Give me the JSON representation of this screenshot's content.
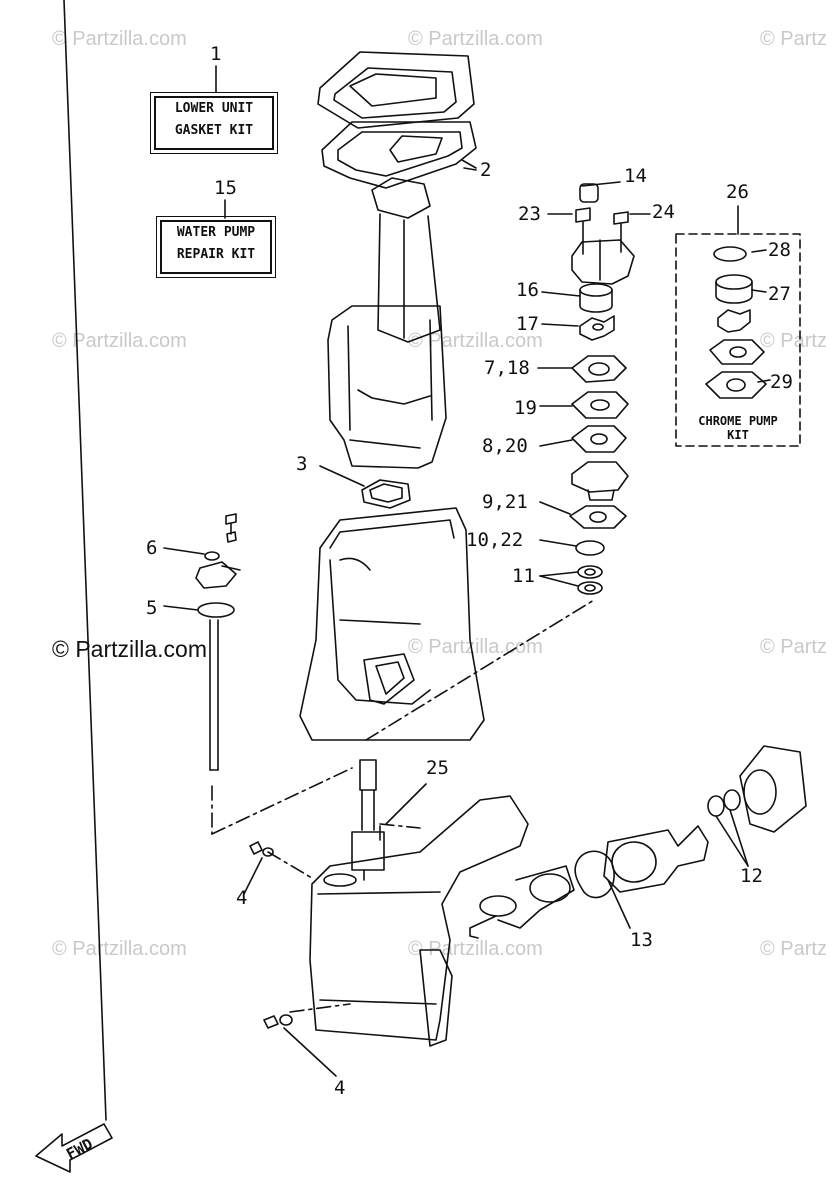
{
  "watermark": {
    "text": "© Partzilla.com",
    "text_partial": "© Partz",
    "strong_text": "© Partzilla.com"
  },
  "kits": {
    "lower_unit": {
      "number": "1",
      "line1": "LOWER UNIT",
      "line2": "GASKET KIT"
    },
    "water_pump": {
      "number": "15",
      "line1": "WATER PUMP",
      "line2": "REPAIR KIT"
    },
    "chrome_pump": {
      "number": "26",
      "line1": "CHROME PUMP",
      "line2": "KIT"
    }
  },
  "callouts": {
    "c2": "2",
    "c3": "3",
    "c4a": "4",
    "c4b": "4",
    "c5": "5",
    "c6": "6",
    "c7_18": "7,18",
    "c8_20": "8,20",
    "c9_21": "9,21",
    "c10_22": "10,22",
    "c11": "11",
    "c12": "12",
    "c13": "13",
    "c14": "14",
    "c16": "16",
    "c17": "17",
    "c19": "19",
    "c23": "23",
    "c24": "24",
    "c25": "25",
    "c27": "27",
    "c28": "28",
    "c29": "29"
  },
  "direction_label": "FWD",
  "colors": {
    "ink": "#111111",
    "watermark": "#c9c9c9",
    "background": "#ffffff"
  }
}
